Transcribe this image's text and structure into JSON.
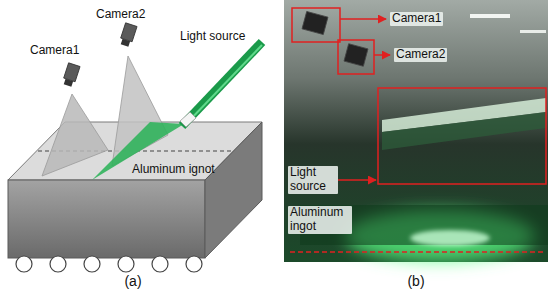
{
  "diagram": {
    "labels": [
      "Camera1",
      "Camera2",
      "Light source",
      "Aluminum ignot",
      "(a)",
      "Camera1",
      "Camera2",
      "Light source",
      "Aluminum ingot",
      "(b)"
    ]
  }
}
